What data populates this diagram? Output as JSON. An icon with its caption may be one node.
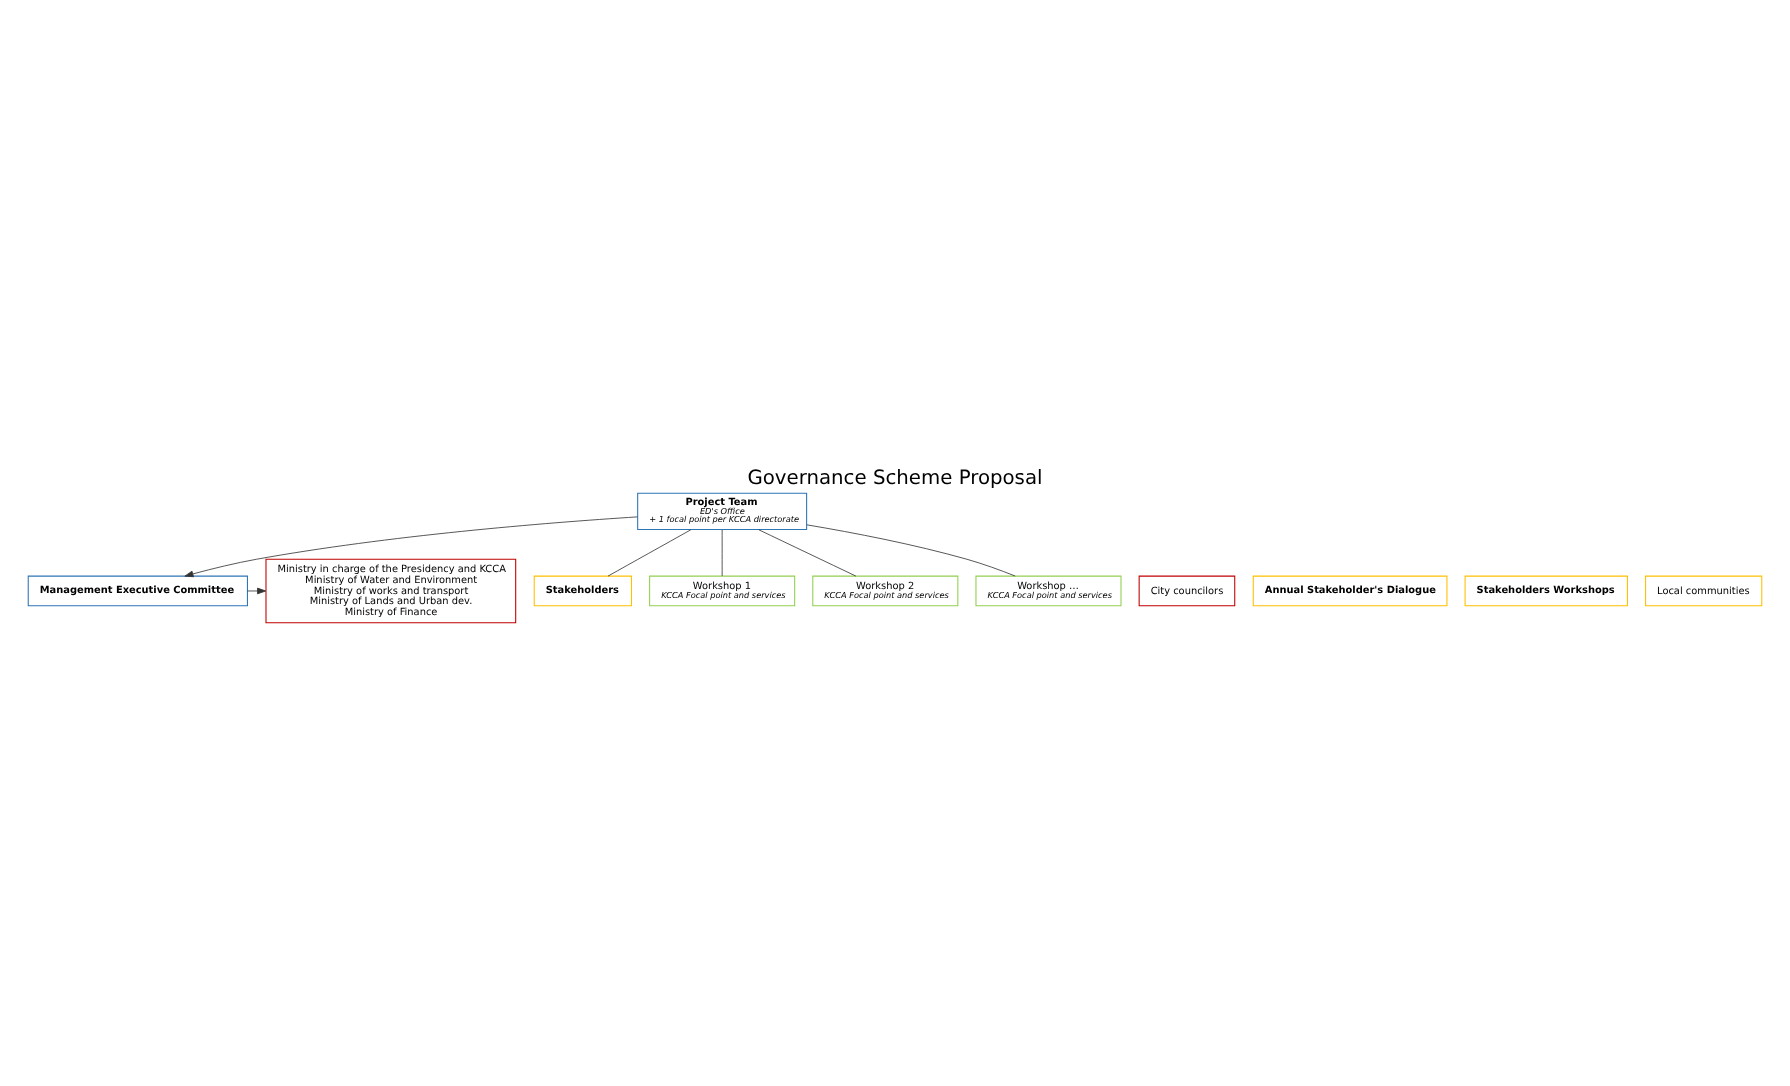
{
  "diagram": {
    "title": "Governance Scheme Proposal",
    "nodes": [
      {
        "text": [
          "Ministry in charge of the Presidency and KCCA",
          "Ministry of Water and Environment",
          "Ministry of works and transport",
          "Ministry of Lands and Urban dev.",
          "Ministry of Finance"
        ]
      },
      {
        "text": [
          "City councilors"
        ]
      },
      {
        "text": [
          "Management Executive Committee"
        ]
      },
      {
        "text": [
          "Project Team",
          "ED's Office",
          "+ 1 focal point per KCCA directorate"
        ]
      },
      {
        "text": [
          "Stakeholders"
        ]
      },
      {
        "text": [
          "Annual Stakeholder's Dialogue"
        ]
      },
      {
        "text": [
          "Stakeholders Workshops"
        ]
      },
      {
        "text": [
          "Local communities"
        ]
      },
      {
        "text": [
          "Workshop 1",
          "KCCA Focal point and services"
        ]
      },
      {
        "text": [
          "Workshop 2",
          "KCCA Focal point and services"
        ]
      },
      {
        "text": [
          "Workshop …",
          "KCCA Focal point and services"
        ]
      }
    ],
    "edges": [
      {
        "from": 2,
        "to": 0,
        "arrow": "to"
      },
      {
        "from": 3,
        "to": 2,
        "arrow": "to"
      },
      {
        "from": 3,
        "to": 4,
        "arrow": "none"
      },
      {
        "from": 3,
        "to": 8,
        "arrow": "none"
      },
      {
        "from": 3,
        "to": 9,
        "arrow": "none"
      },
      {
        "from": 3,
        "to": 10,
        "arrow": "none"
      }
    ]
  }
}
